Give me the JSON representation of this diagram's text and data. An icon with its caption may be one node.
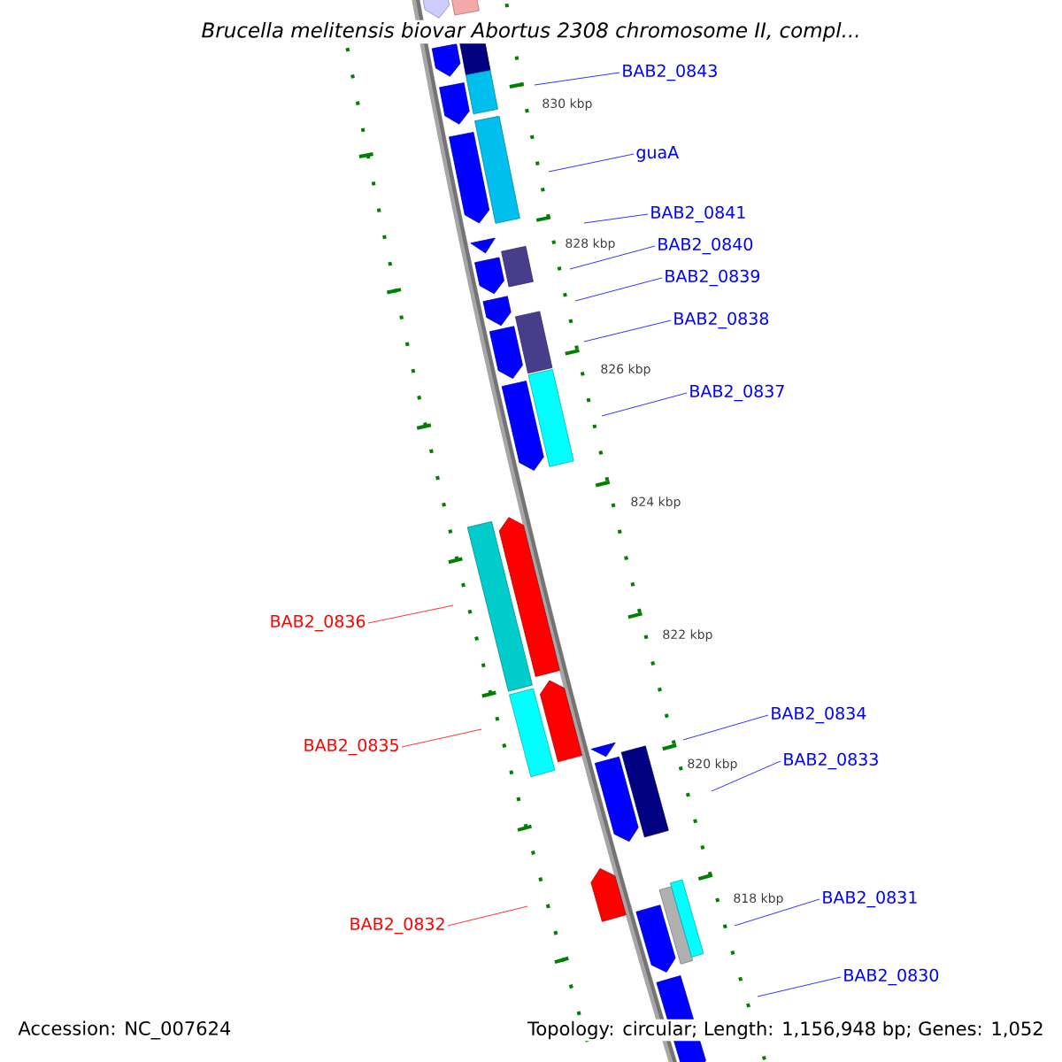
{
  "diagram": {
    "title": "Brucella melitensis biovar Abortus 2308 chromosome II, compl...",
    "nodes": [
      {
        "text": [
          "BAB2_0843"
        ]
      },
      {
        "text": [
          "guaA"
        ]
      },
      {
        "text": [
          "BAB2_0841"
        ]
      },
      {
        "text": [
          "BAB2_0840"
        ]
      },
      {
        "text": [
          "BAB2_0839"
        ]
      },
      {
        "text": [
          "BAB2_0838"
        ]
      },
      {
        "text": [
          "BAB2_0837"
        ]
      },
      {
        "text": [
          "BAB2_0836"
        ]
      },
      {
        "text": [
          "BAB2_0834"
        ]
      },
      {
        "text": [
          "BAB2_0835"
        ]
      },
      {
        "text": [
          "BAB2_0833"
        ]
      },
      {
        "text": [
          "BAB2_0831"
        ]
      },
      {
        "text": [
          "BAB2_0832"
        ]
      },
      {
        "text": [
          "BAB2_0830"
        ]
      }
    ],
    "edges": [
      {
        "from": 0,
        "to": null,
        "arrow": "none"
      },
      {
        "from": 1,
        "to": null,
        "arrow": "none"
      },
      {
        "from": 2,
        "to": null,
        "arrow": "none"
      },
      {
        "from": 3,
        "to": null,
        "arrow": "none"
      },
      {
        "from": 4,
        "to": null,
        "arrow": "none"
      },
      {
        "from": 5,
        "to": null,
        "arrow": "none"
      },
      {
        "from": 6,
        "to": null,
        "arrow": "none"
      },
      {
        "from": 7,
        "to": null,
        "arrow": "none",
        "color": "#ff0000"
      },
      {
        "from": 8,
        "to": null,
        "arrow": "none"
      },
      {
        "from": 9,
        "to": null,
        "arrow": "none",
        "color": "#ff0000"
      },
      {
        "from": 10,
        "to": null,
        "arrow": "none"
      },
      {
        "from": 11,
        "to": null,
        "arrow": "none"
      },
      {
        "from": 12,
        "to": null,
        "arrow": "none",
        "color": "#ff0000"
      },
      {
        "from": 13,
        "to": null,
        "arrow": "none"
      }
    ],
    "labels": [
      "830 kbp",
      "828 kbp",
      "826 kbp",
      "824 kbp",
      "822 kbp",
      "820 kbp",
      "818 kbp",
      "Accession: NC_007624",
      "Topology: circular; Length: 1,156,948 bp; Genes: 1,052"
    ]
  }
}
